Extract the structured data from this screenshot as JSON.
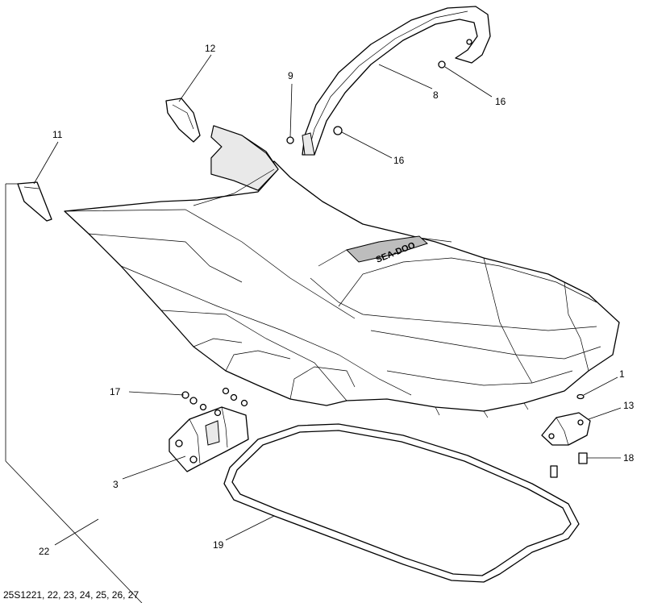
{
  "diagram": {
    "reference_code": "25S1221, 22, 23, 24, 25, 26, 27",
    "seat_logo_text": "SEA-DOO",
    "callouts": [
      {
        "id": "c1",
        "label": "1"
      },
      {
        "id": "c3",
        "label": "3"
      },
      {
        "id": "c8",
        "label": "8"
      },
      {
        "id": "c9",
        "label": "9"
      },
      {
        "id": "c11",
        "label": "11"
      },
      {
        "id": "c12",
        "label": "12"
      },
      {
        "id": "c13",
        "label": "13"
      },
      {
        "id": "c16a",
        "label": "16"
      },
      {
        "id": "c16b",
        "label": "16"
      },
      {
        "id": "c17",
        "label": "17"
      },
      {
        "id": "c18",
        "label": "18"
      },
      {
        "id": "c19",
        "label": "19"
      },
      {
        "id": "c22",
        "label": "22"
      }
    ]
  }
}
